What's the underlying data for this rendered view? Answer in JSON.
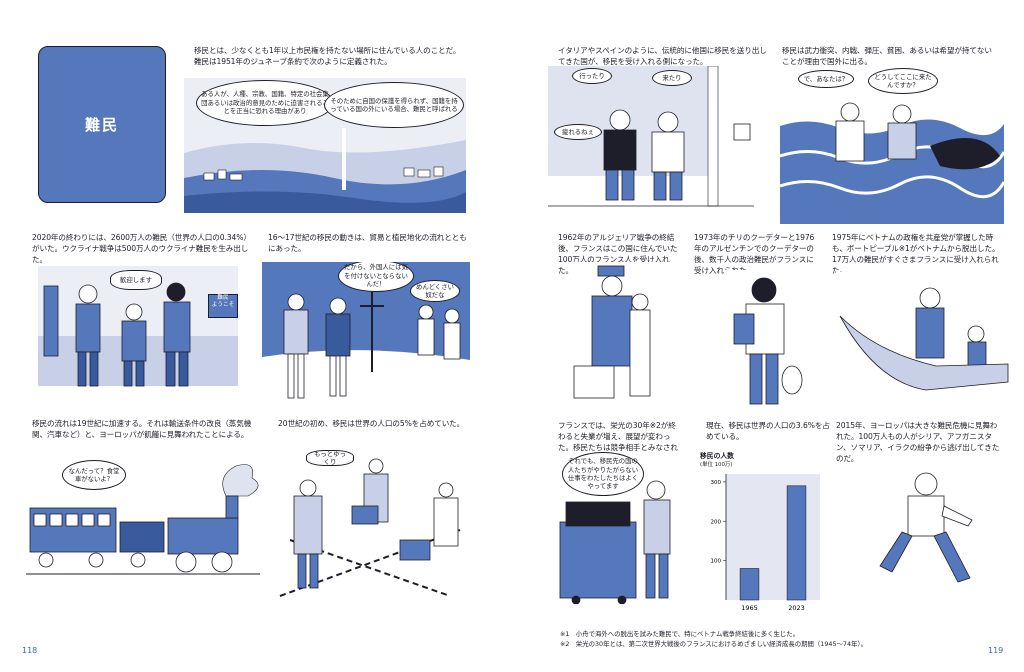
{
  "left_page": {
    "title_card": {
      "title": "難民",
      "color": "#5577bb"
    },
    "intro": "移民とは、少なくとも1年以上市民権を持たない場所に住んでいる人のことだ。難民は1951年のジュネーブ条約で次のように定義された。",
    "p1_bubbles": [
      "ある人が、人種、宗教、国籍、特定の社会集団あるいは政治的意見のために迫害されることを正当に恐れる理由があり",
      "そのために自国の保護を得られず、国籍を持っている国の外にいる場合、難民と呼ばれる"
    ],
    "r2_left": "2020年の終わりには、2600万人の難民（世界の人口の0.34%）がいた。ウクライナ戦争は500万人のウクライナ難民を生み出した。",
    "r2_right": "16〜17世紀の移民の動きは、貿易と植民地化の流れとともにあった。",
    "p2_bubble": "歓迎します",
    "p2_sign": [
      "難民",
      "ようこそ"
    ],
    "p3_bubbles": [
      "だから、外国人には気を付けないとならないんだ！",
      "めんどくさい奴だな"
    ],
    "r3_left": "移民の流れは19世紀に加速する。それは輸送条件の改良（蒸気機関、汽車など）と、ヨーロッパが飢饉に見舞われたことによる。",
    "r3_right": "20世紀の初め、移民は世界の人口の5%を占めていた。",
    "p4_bubble": "なんだって？食堂車がないよ？",
    "p5_bubble": "もっとゆっくり",
    "page_number": "118"
  },
  "right_page": {
    "top_left": "イタリアやスペインのように、伝統的に他国に移民を送り出してきた国が、移民を受け入れる側になった。",
    "top_right": "移民は武力衝突、内戦、弾圧、貧困、あるいは希望が持てないことが理由で国外に出る。",
    "p6_bubbles": [
      "行ったり",
      "来たり",
      "疲れるねぇ"
    ],
    "p7_bubbles": [
      "で、あなたは？",
      "どうしてここに来たんですか？"
    ],
    "r2_a": "1962年のアルジェリア戦争の終結後、フランスはこの国に住んでいた100万人のフランス人を受け入れた。",
    "r2_b": "1973年のチリのクーデターと1976年のアルゼンチンでのクーデターの後、数千人の政治難民がフランスに受け入れられた。",
    "r2_c": "1975年にベトナムの政権を共産党が掌握した時も、ボートピープル※1がベトナムから脱出した。17万人の難民がすぐさまフランスに受け入れられた。",
    "r3_a": "フランスでは、栄光の30年※2が終わると失業が増え、展望が変わった。移民たちは競争相手とみなされた。",
    "r3_b": "現在、移民は世界の人口の3.6%を占めている。",
    "r3_c": "2015年、ヨーロッパは大きな難民危機に見舞われた。100万人もの人がシリア、アフガニスタン、ソマリア、イラクの紛争から逃げ出してきたのだ。",
    "p8_bubble": "それでも、移民先の国の人たちがやりたがらない仕事をわたしたちはよくやってます",
    "footnote1": "※1　小舟で海外への脱出を試みた難民で、特にベトナム戦争終結後に多く生じた。",
    "footnote2": "※2　栄光の30年とは、第二次世界大戦後のフランスにおけるめざましい経済成長の期間（1945〜74年）。",
    "page_number": "119"
  },
  "chart_data": {
    "type": "bar",
    "title": "移民の人数",
    "ylabel": "(単位 100万)",
    "categories": [
      "1965",
      "2023"
    ],
    "values": [
      80,
      290
    ],
    "yticks": [
      100,
      200,
      300
    ],
    "ylim": [
      0,
      320
    ],
    "bar_color": "#5577bb"
  },
  "colors": {
    "accent": "#5577bb",
    "ink": "#1e1e2a",
    "panel_bg": "#eceef6",
    "pagenum": "#4466aa"
  }
}
